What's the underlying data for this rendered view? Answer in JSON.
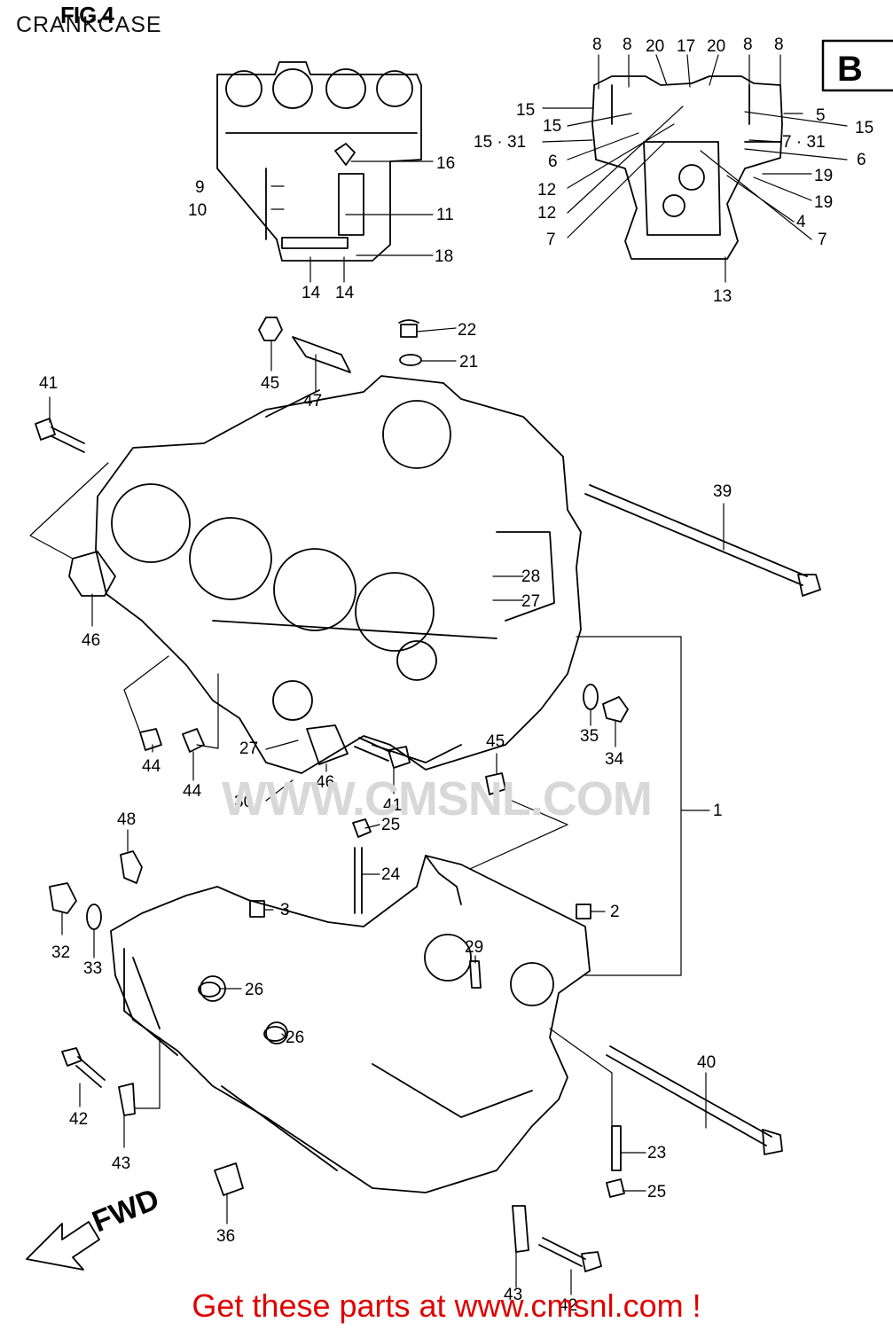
{
  "figure": {
    "number": "FIG.4",
    "title": "CRANKCASE",
    "view_tag": "B"
  },
  "watermark": "WWW.CMSNL.COM",
  "direction_label": "FWD",
  "footer": "Get these parts at www.cmsnl.com !",
  "callouts": [
    {
      "id": "c-8a",
      "label": "8"
    },
    {
      "id": "c-8b",
      "label": "8"
    },
    {
      "id": "c-20a",
      "label": "20"
    },
    {
      "id": "c-17",
      "label": "17"
    },
    {
      "id": "c-20b",
      "label": "20"
    },
    {
      "id": "c-8c",
      "label": "8"
    },
    {
      "id": "c-8d",
      "label": "8"
    },
    {
      "id": "c-15a",
      "label": "15"
    },
    {
      "id": "c-15b",
      "label": "15"
    },
    {
      "id": "c-15-31",
      "label": "15 · 31"
    },
    {
      "id": "c-6a",
      "label": "6"
    },
    {
      "id": "c-12a",
      "label": "12"
    },
    {
      "id": "c-12b",
      "label": "12"
    },
    {
      "id": "c-7a",
      "label": "7"
    },
    {
      "id": "c-5",
      "label": "5"
    },
    {
      "id": "c-15c",
      "label": "15"
    },
    {
      "id": "c-7-31",
      "label": "7 · 31"
    },
    {
      "id": "c-6b",
      "label": "6"
    },
    {
      "id": "c-19a",
      "label": "19"
    },
    {
      "id": "c-19b",
      "label": "19"
    },
    {
      "id": "c-4",
      "label": "4"
    },
    {
      "id": "c-7b",
      "label": "7"
    },
    {
      "id": "c-13",
      "label": "13"
    },
    {
      "id": "c-16",
      "label": "16"
    },
    {
      "id": "c-9",
      "label": "9"
    },
    {
      "id": "c-10",
      "label": "10"
    },
    {
      "id": "c-11",
      "label": "11"
    },
    {
      "id": "c-18",
      "label": "18"
    },
    {
      "id": "c-14a",
      "label": "14"
    },
    {
      "id": "c-14b",
      "label": "14"
    },
    {
      "id": "c-22",
      "label": "22"
    },
    {
      "id": "c-21",
      "label": "21"
    },
    {
      "id": "c-45a",
      "label": "45"
    },
    {
      "id": "c-47",
      "label": "47"
    },
    {
      "id": "c-41a",
      "label": "41"
    },
    {
      "id": "c-39",
      "label": "39"
    },
    {
      "id": "c-28",
      "label": "28"
    },
    {
      "id": "c-27a",
      "label": "27"
    },
    {
      "id": "c-46a",
      "label": "46"
    },
    {
      "id": "c-44a",
      "label": "44"
    },
    {
      "id": "c-44b",
      "label": "44"
    },
    {
      "id": "c-27b",
      "label": "27"
    },
    {
      "id": "c-30",
      "label": "30"
    },
    {
      "id": "c-46b",
      "label": "46"
    },
    {
      "id": "c-41b",
      "label": "41"
    },
    {
      "id": "c-45b",
      "label": "45"
    },
    {
      "id": "c-35",
      "label": "35"
    },
    {
      "id": "c-34",
      "label": "34"
    },
    {
      "id": "c-1",
      "label": "1"
    },
    {
      "id": "c-25a",
      "label": "25"
    },
    {
      "id": "c-24",
      "label": "24"
    },
    {
      "id": "c-48",
      "label": "48"
    },
    {
      "id": "c-3",
      "label": "3"
    },
    {
      "id": "c-2",
      "label": "2"
    },
    {
      "id": "c-32",
      "label": "32"
    },
    {
      "id": "c-33",
      "label": "33"
    },
    {
      "id": "c-29",
      "label": "29"
    },
    {
      "id": "c-26a",
      "label": "26"
    },
    {
      "id": "c-26b",
      "label": "26"
    },
    {
      "id": "c-40",
      "label": "40"
    },
    {
      "id": "c-42a",
      "label": "42"
    },
    {
      "id": "c-43a",
      "label": "43"
    },
    {
      "id": "c-23",
      "label": "23"
    },
    {
      "id": "c-25b",
      "label": "25"
    },
    {
      "id": "c-36",
      "label": "36"
    },
    {
      "id": "c-43b",
      "label": "43"
    },
    {
      "id": "c-42b",
      "label": "42"
    }
  ]
}
